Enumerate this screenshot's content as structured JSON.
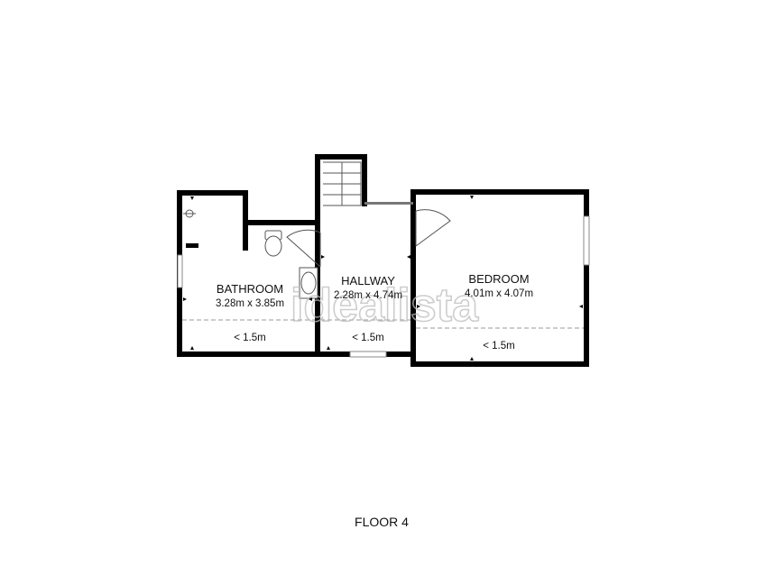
{
  "rooms": {
    "bathroom": {
      "name": "BATHROOM",
      "dims": "3.28m x 3.85m",
      "note": "< 1.5m"
    },
    "hallway": {
      "name": "HALLWAY",
      "dims": "2.28m x 4.74m",
      "note": "< 1.5m"
    },
    "bedroom": {
      "name": "BEDROOM",
      "dims": "4.01m x 4.07m",
      "note": "< 1.5m"
    }
  },
  "floor_label": "FLOOR 4",
  "watermark": "idealista",
  "colors": {
    "wall": "#000000",
    "fixture": "#555555",
    "dashed_line": "#999999",
    "watermark": "#bdbdbd"
  }
}
